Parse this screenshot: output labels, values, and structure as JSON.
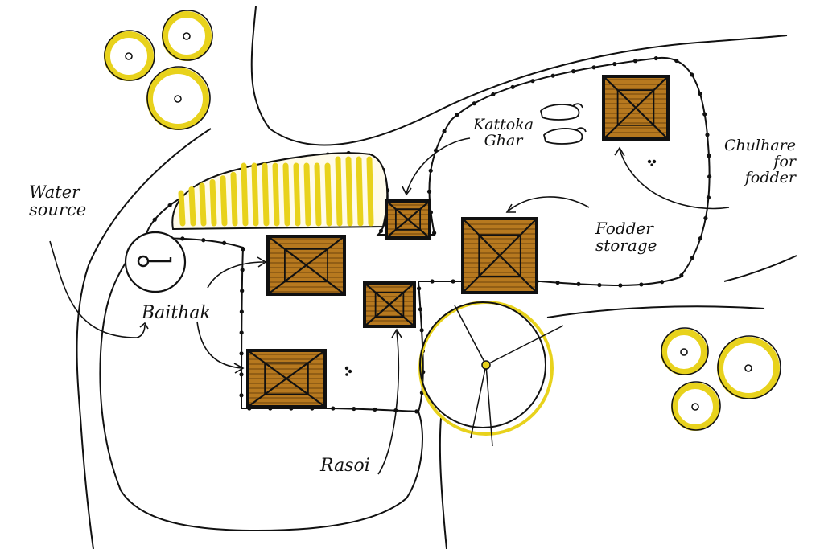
{
  "labels": {
    "water_source": [
      "Water",
      "source"
    ],
    "baithak": "Baithak",
    "kattoka_ghar": [
      "Kattoka",
      "Ghar"
    ],
    "chulhare_for_fodder": [
      "Chulhare",
      "for",
      "fodder"
    ],
    "fodder_storage": [
      "Fodder",
      "storage"
    ],
    "rasoi": "Rasoi"
  },
  "colors": {
    "ink": "#111111",
    "tree_yellow": "#e8d21c",
    "roof_brown": "#b7791f",
    "roof_dark": "#8a5a12",
    "field_yellow": "#e8d21c"
  }
}
